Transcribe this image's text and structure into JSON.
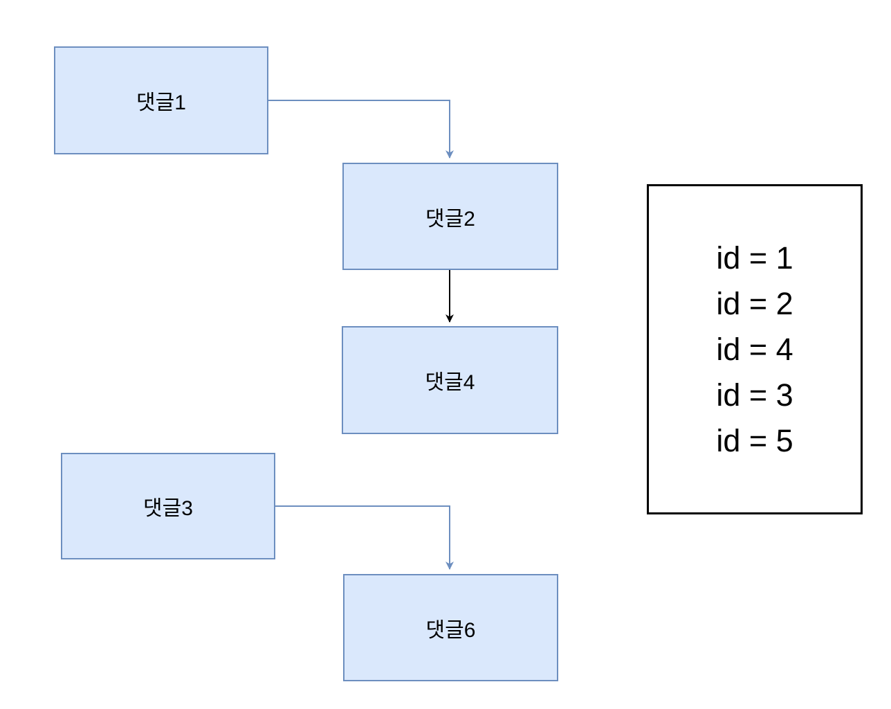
{
  "diagram": {
    "title": "comment-threads-diagram",
    "background": "#ffffff",
    "colors": {
      "node_fill": "#dae8fc",
      "node_border": "#6c8ebf",
      "edge_blue": "#6c8ebf",
      "edge_black": "#000000",
      "panel_border": "#000000",
      "text": "#000000"
    },
    "nodes": [
      {
        "id": "comment1",
        "label": "댓글1"
      },
      {
        "id": "comment2",
        "label": "댓글2"
      },
      {
        "id": "comment4",
        "label": "댓글4"
      },
      {
        "id": "comment3",
        "label": "댓글3"
      },
      {
        "id": "comment6",
        "label": "댓글6"
      }
    ],
    "edges": [
      {
        "from": "comment1",
        "to": "comment2",
        "color": "#6c8ebf",
        "style": "orthogonal-arrow"
      },
      {
        "from": "comment2",
        "to": "comment4",
        "color": "#000000",
        "style": "straight-arrow"
      },
      {
        "from": "comment3",
        "to": "comment6",
        "color": "#6c8ebf",
        "style": "orthogonal-arrow"
      }
    ],
    "id_panel": {
      "lines": [
        "id = 1",
        "id = 2",
        "id = 4",
        "id = 3",
        "id = 5"
      ]
    }
  }
}
